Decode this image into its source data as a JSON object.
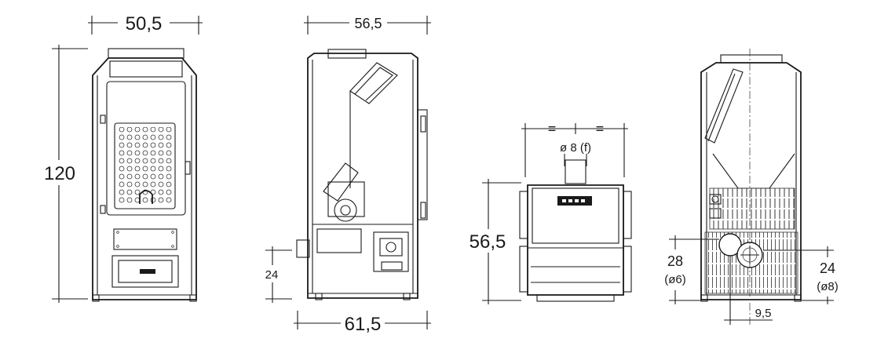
{
  "front_view": {
    "width_label": "50,5",
    "height_label": "120"
  },
  "side_view": {
    "depth_label": "56,5",
    "total_depth_label": "61,5",
    "outlet_height_label": "24"
  },
  "top_view": {
    "equal_left": "=",
    "equal_right": "=",
    "flue_label": "ø 8 (f)",
    "height_label": "56,5"
  },
  "rear_view": {
    "left_height_label": "28",
    "left_diameter_label": "(ø6)",
    "right_height_label": "24",
    "right_diameter_label": "(ø8)",
    "offset_label": "9,5"
  }
}
